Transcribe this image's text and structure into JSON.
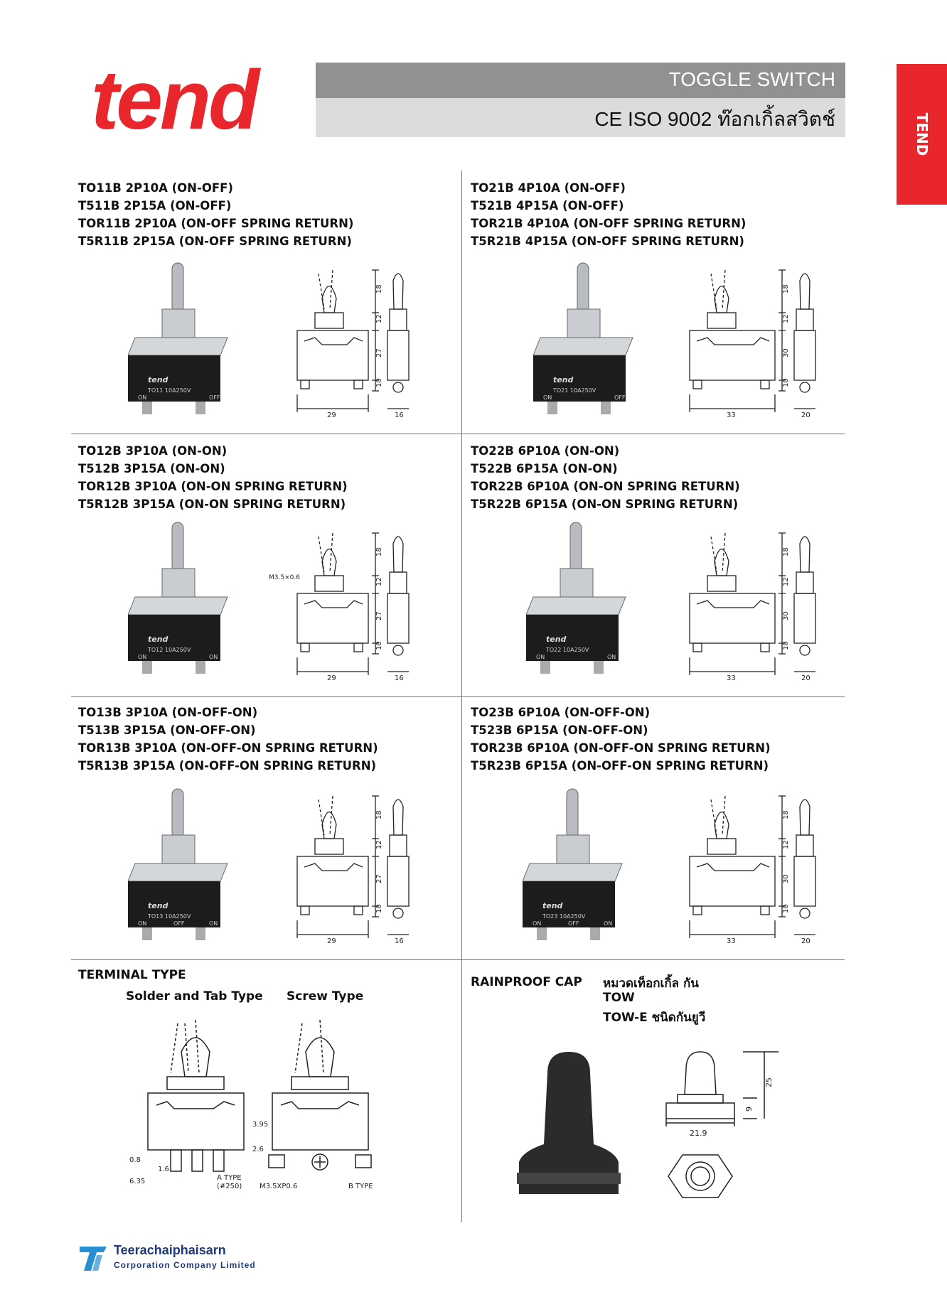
{
  "brand": {
    "logo": "tend",
    "color": "#e8262b"
  },
  "header": {
    "title": "TOGGLE SWITCH",
    "subtitle": "CE  ISO 9002  ท๊อกเกิ้ลสวิตช์",
    "side_tab": "TEND"
  },
  "sections": [
    {
      "lines": [
        "TO11B 2P10A (ON-OFF)",
        "T511B 2P15A (ON-OFF)",
        "TOR11B 2P10A (ON-OFF SPRING RETURN)",
        "T5R11B 2P15A (ON-OFF SPRING RETURN)"
      ],
      "switch_label": "tend",
      "switch_rating": "TO11  10A250V",
      "positions": [
        "ON",
        "OFF"
      ],
      "dims": {
        "h1": "18",
        "h2": "12",
        "h3": "27",
        "h4": "10",
        "w": "29",
        "d": "16"
      }
    },
    {
      "lines": [
        "TO21B 4P10A (ON-OFF)",
        "T521B 4P15A (ON-OFF)",
        "TOR21B 4P10A (ON-OFF SPRING RETURN)",
        "T5R21B 4P15A (ON-OFF SPRING RETURN)"
      ],
      "switch_label": "tend",
      "switch_rating": "TO21  10A250V",
      "positions": [
        "ON",
        "OFF"
      ],
      "dims": {
        "h1": "18",
        "h2": "12",
        "h3": "30",
        "h4": "10",
        "w": "33",
        "d": "20"
      }
    },
    {
      "lines": [
        "TO12B 3P10A (ON-ON)",
        "T512B 3P15A (ON-ON)",
        "TOR12B 3P10A (ON-ON SPRING RETURN)",
        "T5R12B 3P15A (ON-ON SPRING RETURN)"
      ],
      "switch_label": "tend",
      "switch_rating": "TO12  10A250V",
      "positions": [
        "ON",
        "ON"
      ],
      "dims": {
        "h1": "18",
        "h2": "12",
        "h3": "27",
        "h4": "10",
        "w": "29",
        "d": "16",
        "screw": "M3.5×0.6"
      }
    },
    {
      "lines": [
        "TO22B 6P10A (ON-ON)",
        "T522B 6P15A (ON-ON)",
        "TOR22B 6P10A (ON-ON SPRING RETURN)",
        "T5R22B 6P15A (ON-ON SPRING RETURN)"
      ],
      "switch_label": "tend",
      "switch_rating": "TO22  10A250V",
      "positions": [
        "ON",
        "ON"
      ],
      "dims": {
        "h1": "18",
        "h2": "12",
        "h3": "30",
        "h4": "10",
        "w": "33",
        "d": "20"
      }
    },
    {
      "lines": [
        "TO13B 3P10A (ON-OFF-ON)",
        "T513B 3P15A (ON-OFF-ON)",
        "TOR13B 3P10A (ON-OFF-ON SPRING RETURN)",
        "T5R13B 3P15A (ON-OFF-ON SPRING RETURN)"
      ],
      "switch_label": "tend",
      "switch_rating": "TO13  10A250V",
      "positions": [
        "ON",
        "OFF",
        "ON"
      ],
      "dims": {
        "h1": "18",
        "h2": "12",
        "h3": "27",
        "h4": "10",
        "w": "29",
        "d": "16"
      }
    },
    {
      "lines": [
        "TO23B 6P10A (ON-OFF-ON)",
        "T523B 6P15A (ON-OFF-ON)",
        "TOR23B 6P10A (ON-OFF-ON SPRING RETURN)",
        "T5R23B 6P15A (ON-OFF-ON SPRING RETURN)"
      ],
      "switch_label": "tend",
      "switch_rating": "TO23  10A250V",
      "positions": [
        "ON",
        "OFF",
        "ON"
      ],
      "dims": {
        "h1": "18",
        "h2": "12",
        "h3": "30",
        "h4": "10",
        "w": "33",
        "d": "20"
      }
    }
  ],
  "terminal": {
    "title": "TERMINAL TYPE",
    "solder": "Solder and Tab Type",
    "screw": "Screw Type",
    "dims": {
      "a": "3.95",
      "b": "0.8",
      "c": "2.6",
      "d": "6.35",
      "e": "1.6",
      "a_type": "A TYPE",
      "a_num": "(#250)",
      "screw_size": "M3.5XP0.6",
      "b_type": "B TYPE"
    }
  },
  "rainproof": {
    "title": "RAINPROOF CAP",
    "line1": "หมวดเท็อกเกิ้ล กัน",
    "line2": "TOW",
    "line3": "TOW-E  ชนิดกันยูวี",
    "dims": {
      "h": "25",
      "h2": "9",
      "w": "21.9"
    }
  },
  "footer": {
    "company": "Teerachaiphaisarn",
    "corporation": "Corporation  Company  Limited",
    "logo_color": "#2a8fd0"
  }
}
